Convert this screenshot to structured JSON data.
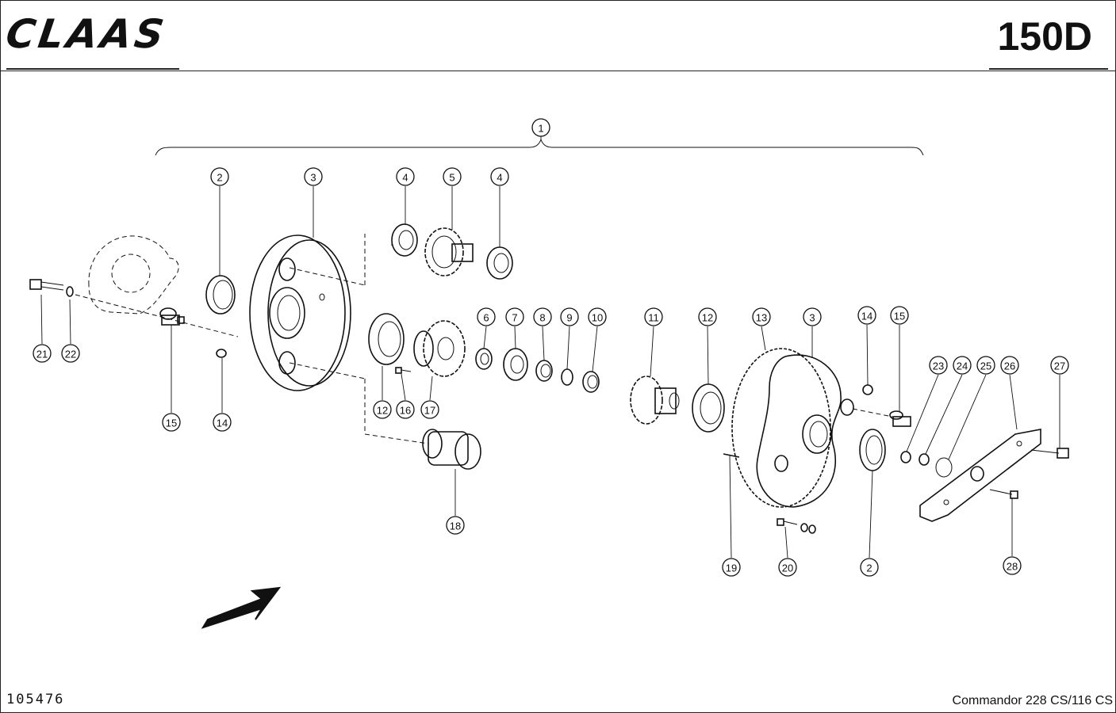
{
  "brand": "CLAAS",
  "section_code": "150D",
  "document_number": "105476",
  "model_footer": "Commandor 228 CS/116 CS",
  "callouts": [
    "1",
    "2",
    "3",
    "4",
    "5",
    "4",
    "21",
    "22",
    "15",
    "14",
    "12",
    "16",
    "17",
    "6",
    "7",
    "8",
    "9",
    "10",
    "18",
    "11",
    "12",
    "13",
    "3",
    "14",
    "15",
    "23",
    "24",
    "25",
    "26",
    "27",
    "19",
    "20",
    "2",
    "28"
  ]
}
